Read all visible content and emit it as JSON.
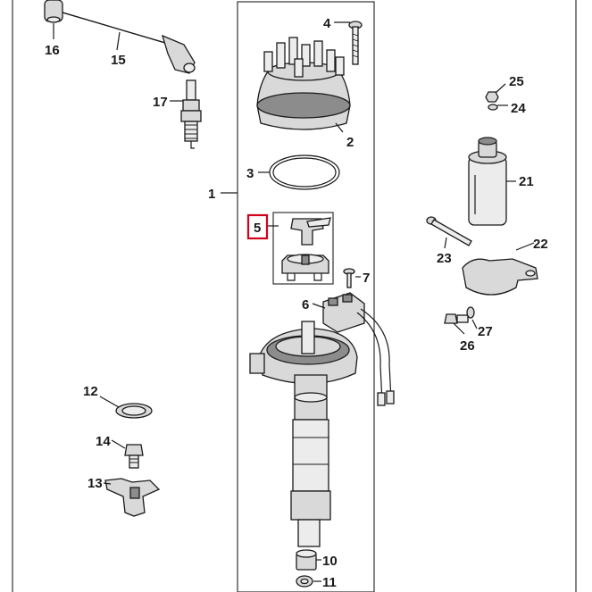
{
  "diagram": {
    "highlight_color": "#d0021b",
    "callouts": {
      "c1": "1",
      "c2": "2",
      "c3": "3",
      "c4": "4",
      "c5": "5",
      "c6": "6",
      "c7": "7",
      "c10": "10",
      "c11": "11",
      "c12": "12",
      "c13": "13",
      "c14": "14",
      "c15": "15",
      "c16": "16",
      "c17": "17",
      "c21": "21",
      "c22": "22",
      "c23": "23",
      "c24": "24",
      "c25": "25",
      "c26": "26",
      "c27": "27"
    }
  }
}
